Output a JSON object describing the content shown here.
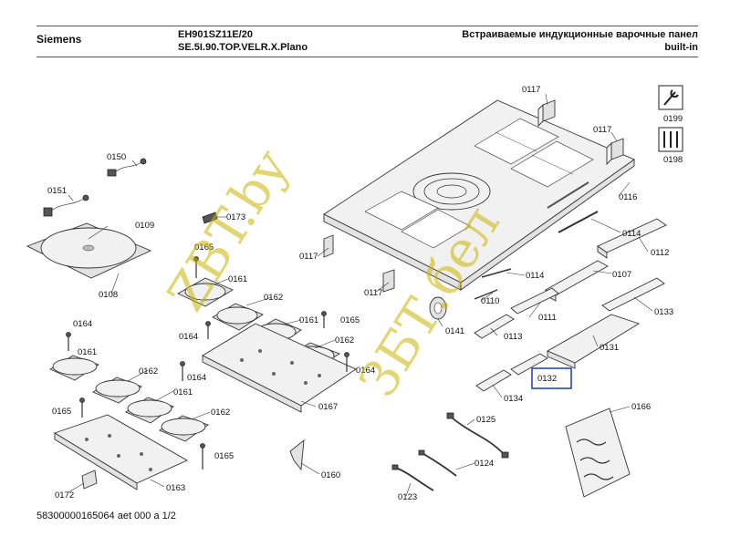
{
  "header": {
    "brand": "Siemens",
    "model": "EH901SZ11E/20",
    "submodel": "SE.5I.90.TOP.VELR.X.Plano",
    "description": "Встраиваемые индукционные варочные панел",
    "description2": "built-in"
  },
  "footer": {
    "doc_id": "58300000165064 aet 000 a 1/2"
  },
  "watermark": {
    "line1": "ZBT.by",
    "line2": "ЗБТ.бел",
    "color": "#c9b400"
  },
  "highlight": {
    "part": "0132",
    "color": "#1a3ea8"
  },
  "labels": {
    "p0117a": "0117",
    "p0117b": "0117",
    "p0117c": "0117",
    "p0117d": "0117",
    "p0199": "0199",
    "p0198": "0198",
    "p0150": "0150",
    "p0151": "0151",
    "p0109": "0109",
    "p0173": "0173",
    "p0116": "0116",
    "p0114a": "0114",
    "p0114b": "0114",
    "p0112": "0112",
    "p0165a": "0165",
    "p0165b": "0165",
    "p0165c": "0165",
    "p0165d": "0165",
    "p0161a": "0161",
    "p0161b": "0161",
    "p0161c": "0161",
    "p0161d": "0161",
    "p0108": "0108",
    "p0107": "0107",
    "p0110": "0110",
    "p0162a": "0162",
    "p0162b": "0162",
    "p0162c": "0162",
    "p0162d": "0162",
    "p0164a": "0164",
    "p0164b": "0164",
    "p0164c": "0164",
    "p0164d": "0164",
    "p0111": "0111",
    "p0133": "0133",
    "p0141": "0141",
    "p0113": "0113",
    "p0131": "0131",
    "p0132": "0132",
    "p0134": "0134",
    "p0167": "0167",
    "p0166": "0166",
    "p0125": "0125",
    "p0124": "0124",
    "p0123": "0123",
    "p0160": "0160",
    "p0163": "0163",
    "p0172": "0172"
  }
}
